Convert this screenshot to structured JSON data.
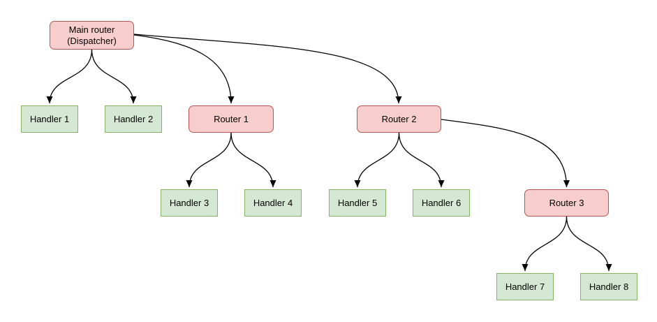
{
  "colors": {
    "background": "#ffffff",
    "router_fill": "#f8cecc",
    "router_stroke": "#b85450",
    "handler_fill": "#d5e8d4",
    "handler_stroke": "#82b366",
    "edge": "#000000",
    "text": "#000000"
  },
  "nodes": {
    "main_router": {
      "label": "Main router\n(Dispatcher)",
      "type": "router"
    },
    "handler_1": {
      "label": "Handler 1",
      "type": "handler"
    },
    "handler_2": {
      "label": "Handler 2",
      "type": "handler"
    },
    "router_1": {
      "label": "Router 1",
      "type": "router"
    },
    "router_2": {
      "label": "Router 2",
      "type": "router"
    },
    "handler_3": {
      "label": "Handler 3",
      "type": "handler"
    },
    "handler_4": {
      "label": "Handler 4",
      "type": "handler"
    },
    "handler_5": {
      "label": "Handler 5",
      "type": "handler"
    },
    "handler_6": {
      "label": "Handler 6",
      "type": "handler"
    },
    "router_3": {
      "label": "Router 3",
      "type": "router"
    },
    "handler_7": {
      "label": "Handler 7",
      "type": "handler"
    },
    "handler_8": {
      "label": "Handler 8",
      "type": "handler"
    }
  },
  "edges": [
    {
      "from": "main_router",
      "to": "handler_1"
    },
    {
      "from": "main_router",
      "to": "handler_2"
    },
    {
      "from": "main_router",
      "to": "router_1"
    },
    {
      "from": "main_router",
      "to": "router_2"
    },
    {
      "from": "router_1",
      "to": "handler_3"
    },
    {
      "from": "router_1",
      "to": "handler_4"
    },
    {
      "from": "router_2",
      "to": "handler_5"
    },
    {
      "from": "router_2",
      "to": "handler_6"
    },
    {
      "from": "router_2",
      "to": "router_3"
    },
    {
      "from": "router_3",
      "to": "handler_7"
    },
    {
      "from": "router_3",
      "to": "handler_8"
    }
  ]
}
